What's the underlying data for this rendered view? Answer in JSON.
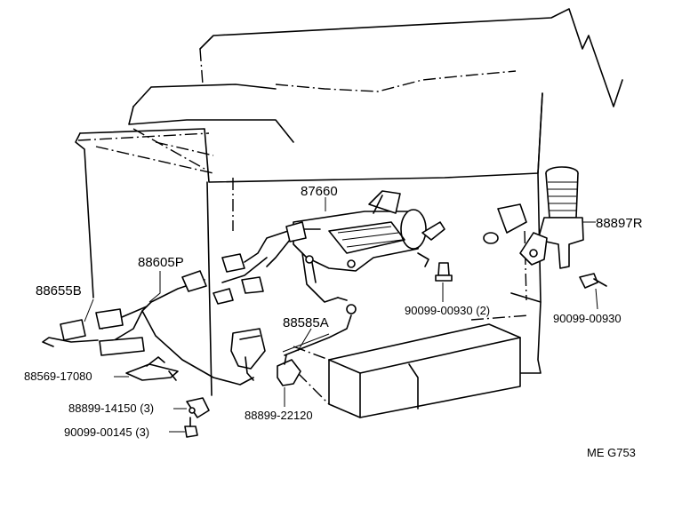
{
  "labels": {
    "p87660": "87660",
    "p88897R": "88897R",
    "p88605P": "88605P",
    "p88655B": "88655B",
    "p90099_00930_2": "90099-00930 (2)",
    "p90099_00930": "90099-00930",
    "p88585A": "88585A",
    "p88569_17080": "88569-17080",
    "p88899_14150": "88899-14150 (3)",
    "p90099_00145": "90099-00145 (3)",
    "p88899_22120": "88899-22120",
    "code": "ME G753"
  }
}
